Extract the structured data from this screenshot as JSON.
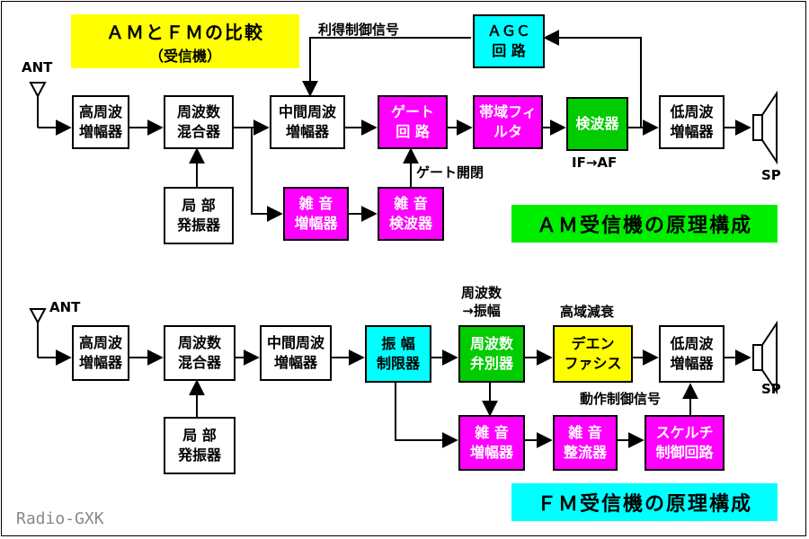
{
  "title": {
    "line1": "ＡＭとＦＭの比較",
    "line2": "（受信機）"
  },
  "am": {
    "ant_label": "ANT",
    "sp_label": "SP",
    "banner": "ＡＭ受信機の原理構成",
    "blocks": {
      "rf_amp": [
        "高周波",
        "増幅器"
      ],
      "mixer": [
        "周波数",
        "混合器"
      ],
      "lo": [
        "局 部",
        "発振器"
      ],
      "if_amp": [
        "中間周波",
        "増幅器"
      ],
      "gate": [
        "ゲート",
        "回 路"
      ],
      "bpf": [
        "帯域フィ",
        "ルタ"
      ],
      "detector": [
        "検波器"
      ],
      "af_amp": [
        "低周波",
        "増幅器"
      ],
      "agc": [
        "ＡＧＣ",
        "回 路"
      ],
      "noise_amp": [
        "雑 音",
        "増幅器"
      ],
      "noise_det": [
        "雑 音",
        "検波器"
      ]
    },
    "labels": {
      "gain_control": "利得制御信号",
      "gate_control": "ゲート開閉",
      "if_af": "IF→AF"
    }
  },
  "fm": {
    "ant_label": "ANT",
    "sp_label": "SP",
    "banner": "ＦＭ受信機の原理構成",
    "blocks": {
      "rf_amp": [
        "高周波",
        "増幅器"
      ],
      "mixer": [
        "周波数",
        "混合器"
      ],
      "lo": [
        "局 部",
        "発振器"
      ],
      "if_amp": [
        "中間周波",
        "増幅器"
      ],
      "limiter": [
        "振 幅",
        "制限器"
      ],
      "discriminator": [
        "周波数",
        "弁別器"
      ],
      "deemphasis": [
        "デエン",
        "ファシス"
      ],
      "af_amp": [
        "低周波",
        "増幅器"
      ],
      "noise_amp": [
        "雑 音",
        "増幅器"
      ],
      "noise_rect": [
        "雑 音",
        "整流器"
      ],
      "squelch": [
        "スケルチ",
        "制御回路"
      ]
    },
    "labels": {
      "fm_am_conv_1": "周波数",
      "fm_am_conv_2": "→振幅",
      "hf_attenuation": "高域減衰",
      "action_control": "動作制御信号"
    }
  },
  "credit": "Radio-GXK",
  "colors": {
    "white_block": "#ffffff",
    "noise_block": "#ff00ff",
    "detector_block": "#00cc00",
    "agc_limiter_block": "#00ffff",
    "deemphasis_block": "#ffff00",
    "title_bg": "#ffff00",
    "am_banner_bg": "#00ee00",
    "fm_banner_bg": "#00ffff",
    "credit_text": "#888888"
  }
}
